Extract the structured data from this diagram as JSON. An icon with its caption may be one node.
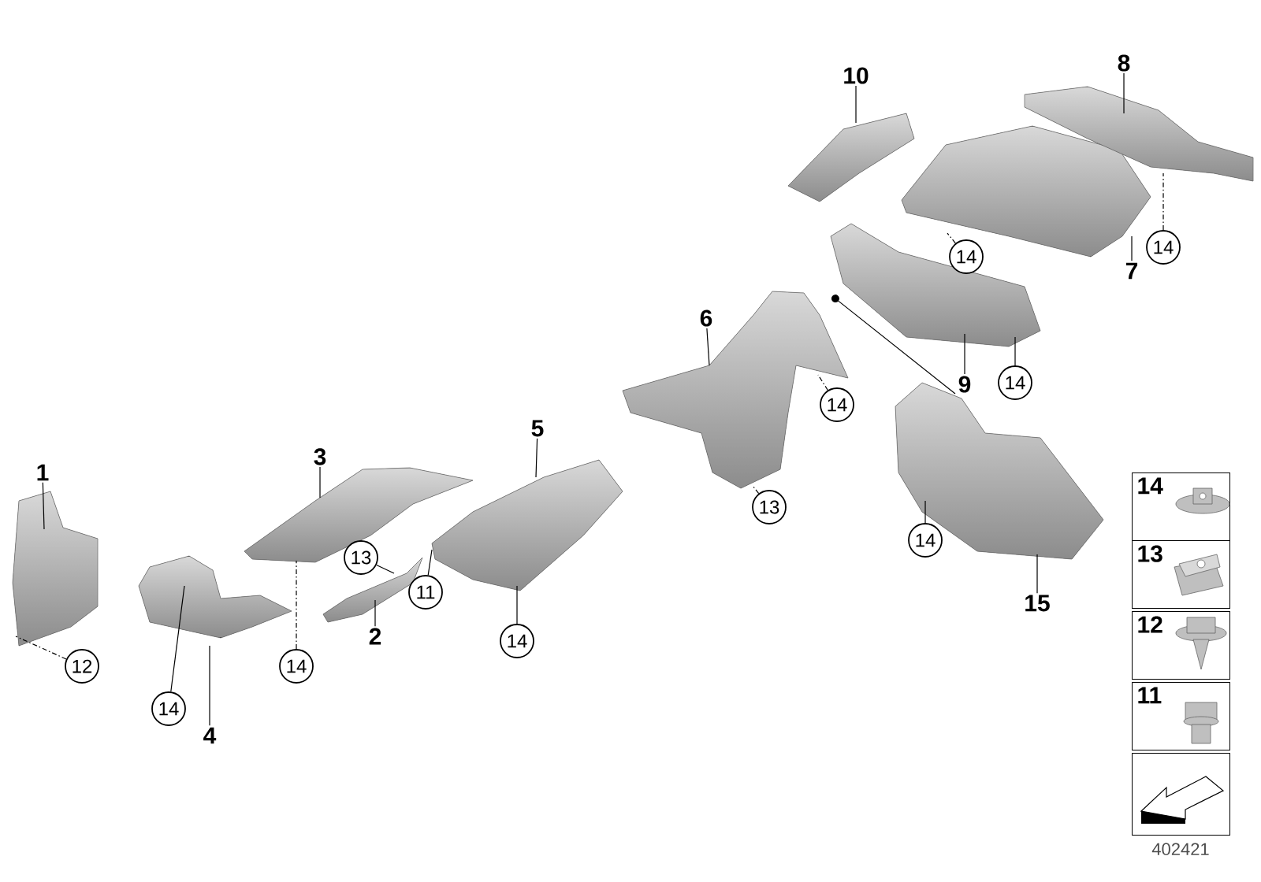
{
  "diagram": {
    "nodes": [
      {
        "text": [
          "1"
        ]
      },
      {
        "text": [
          "12"
        ]
      },
      {
        "text": [
          "4"
        ]
      },
      {
        "text": [
          "14"
        ]
      },
      {
        "text": [
          "3"
        ]
      },
      {
        "text": [
          "14"
        ]
      },
      {
        "text": [
          "2"
        ]
      },
      {
        "text": [
          "13"
        ]
      },
      {
        "text": [
          "11"
        ]
      },
      {
        "text": [
          "5"
        ]
      },
      {
        "text": [
          "14"
        ]
      },
      {
        "text": [
          "6"
        ]
      },
      {
        "text": [
          "13"
        ]
      },
      {
        "text": [
          "14"
        ]
      },
      {
        "text": [
          "10"
        ]
      },
      {
        "text": [
          "8"
        ]
      },
      {
        "text": [
          "14"
        ]
      },
      {
        "text": [
          "7"
        ]
      },
      {
        "text": [
          "14"
        ]
      },
      {
        "text": [
          "9"
        ]
      },
      {
        "text": [
          "14"
        ]
      },
      {
        "text": [
          "14"
        ]
      },
      {
        "text": [
          "15"
        ]
      },
      {
        "text": [
          "14"
        ]
      },
      {
        "text": [
          "13"
        ]
      },
      {
        "text": [
          "12"
        ]
      },
      {
        "text": [
          "11"
        ]
      },
      {
        "text": [],
        "shape": "box"
      },
      {
        "text": [],
        "shape": "picture"
      },
      {
        "text": [],
        "shape": "picture"
      },
      {
        "text": [],
        "shape": "picture"
      },
      {
        "text": [],
        "shape": "picture"
      },
      {
        "text": [],
        "shape": "picture"
      },
      {
        "text": [],
        "shape": "picture"
      },
      {
        "text": [],
        "shape": "picture"
      },
      {
        "text": [],
        "shape": "picture"
      },
      {
        "text": [],
        "shape": "picture"
      },
      {
        "text": [],
        "shape": "picture"
      },
      {
        "text": [],
        "shape": "picture"
      }
    ],
    "edges": [
      {
        "from": 0,
        "to": 28,
        "arrow": "none"
      },
      {
        "from": 1,
        "to": 28,
        "arrow": "none",
        "style": "dashed"
      },
      {
        "from": 2,
        "to": 29,
        "arrow": "none"
      },
      {
        "from": 3,
        "to": 29,
        "arrow": "none"
      },
      {
        "from": 4,
        "to": 30,
        "arrow": "none"
      },
      {
        "from": 5,
        "to": 30,
        "arrow": "none",
        "style": "dashed"
      },
      {
        "from": 6,
        "to": 31,
        "arrow": "none"
      },
      {
        "from": 7,
        "to": 31,
        "arrow": "none"
      },
      {
        "from": 8,
        "to": 32,
        "arrow": "none"
      },
      {
        "from": 9,
        "to": 32,
        "arrow": "none"
      },
      {
        "from": 10,
        "to": 32,
        "arrow": "none"
      },
      {
        "from": 11,
        "to": 33,
        "arrow": "none"
      },
      {
        "from": 12,
        "to": 33,
        "arrow": "none",
        "style": "dashed"
      },
      {
        "from": 13,
        "to": 33,
        "arrow": "none",
        "style": "dashed"
      },
      {
        "from": 14,
        "to": 34,
        "arrow": "none"
      },
      {
        "from": 15,
        "to": 36,
        "arrow": "none"
      },
      {
        "from": 16,
        "to": 36,
        "arrow": "none",
        "style": "dashed"
      },
      {
        "from": 17,
        "to": 35,
        "arrow": "none"
      },
      {
        "from": 18,
        "to": 35,
        "arrow": "none",
        "style": "dashed"
      },
      {
        "from": 19,
        "to": 37,
        "arrow": "none"
      },
      {
        "from": 20,
        "to": 37,
        "arrow": "none"
      },
      {
        "from": 21,
        "to": 38,
        "arrow": "none"
      },
      {
        "from": 22,
        "to": 38,
        "arrow": "none"
      },
      {
        "from": 38,
        "to": 37,
        "arrow": "to"
      }
    ],
    "labels": [
      "402421"
    ]
  }
}
